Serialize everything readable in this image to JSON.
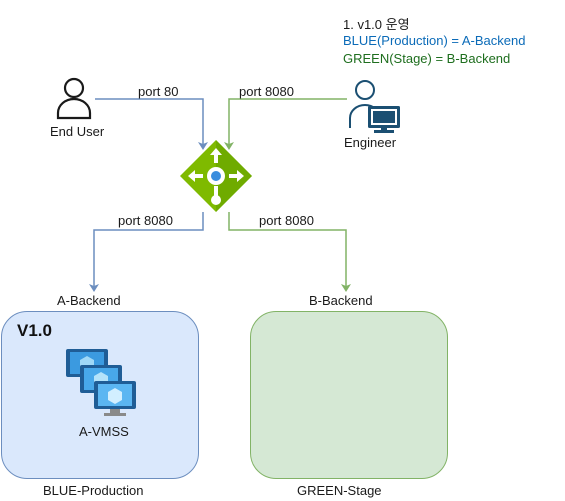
{
  "note": {
    "line1": "1. v1.0 운영",
    "line2": "BLUE(Production) = A-Backend",
    "line3": "GREEN(Stage) = B-Backend"
  },
  "actors": {
    "end_user": "End User",
    "engineer": "Engineer"
  },
  "edges": {
    "user_port": "port 80",
    "engineer_port": "port 8080",
    "a_port": "port 8080",
    "b_port": "port 8080"
  },
  "backends": {
    "a_label": "A-Backend",
    "b_label": "B-Backend",
    "a_version": "V1.0",
    "a_vmss": "A-VMSS",
    "a_env": "BLUE-Production",
    "b_env": "GREEN-Stage"
  },
  "colors": {
    "blue_line": "#6c8ebf",
    "green_line": "#82b366",
    "blue_fill": "#dae8fc",
    "green_fill": "#d5e8d4",
    "gateway_green": "#7fba00"
  },
  "icons": {
    "end_user": "user-icon",
    "engineer": "user-computer-icon",
    "gateway": "application-gateway-icon",
    "vmss": "vm-scale-set-icon"
  }
}
